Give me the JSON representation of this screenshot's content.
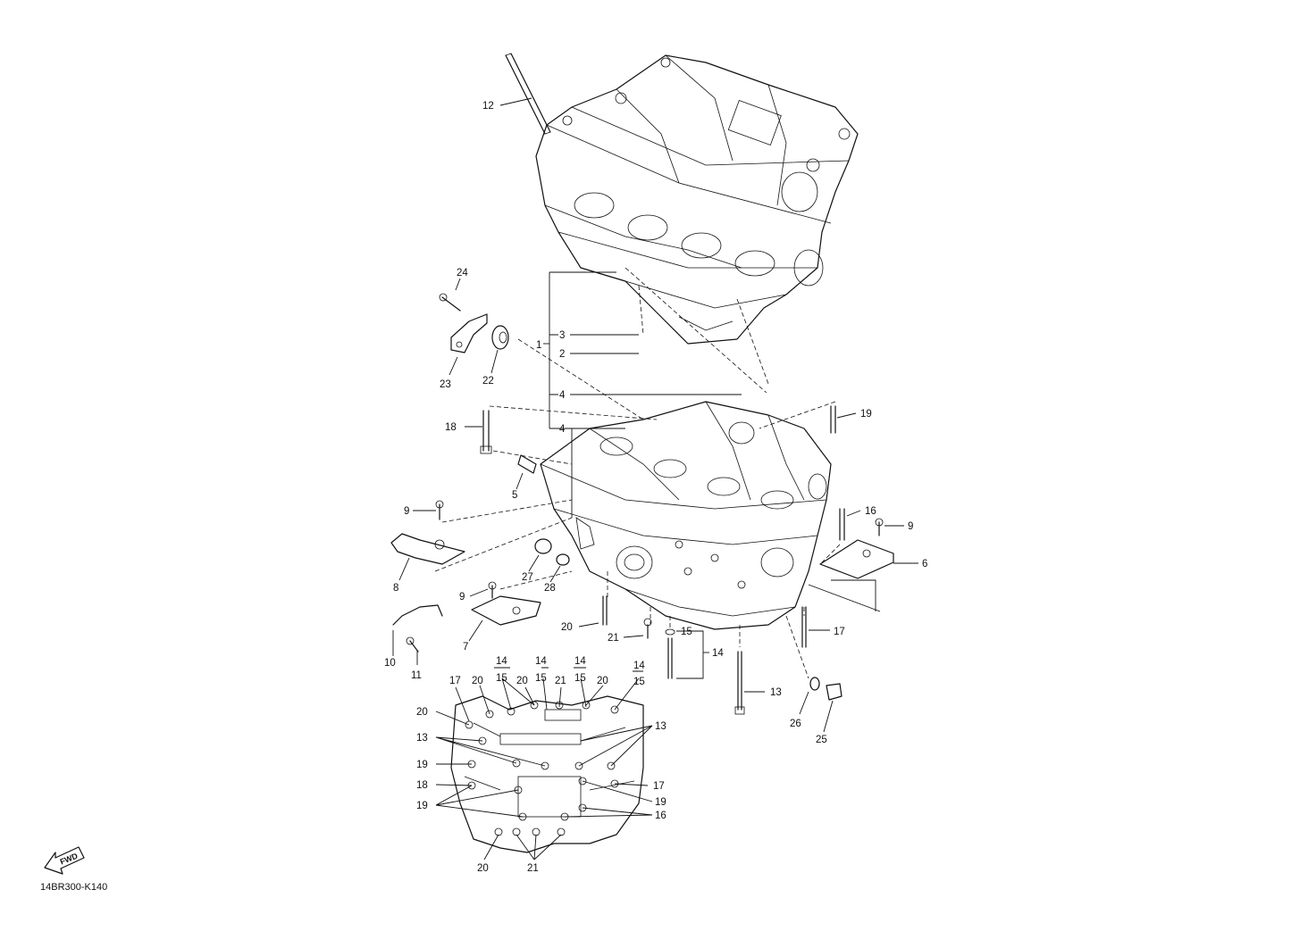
{
  "diagram": {
    "code": "14BR300-K140",
    "fwd_label": "FWD",
    "callouts": {
      "c1": "1",
      "c2": "2",
      "c3": "3",
      "c4a": "4",
      "c4b": "4",
      "c5": "5",
      "c6": "6",
      "c7": "7",
      "c8": "8",
      "c9a": "9",
      "c9b": "9",
      "c9c": "9",
      "c10": "10",
      "c11": "11",
      "c12": "12",
      "c13a": "13",
      "c13b": "13",
      "c13c": "13",
      "c14a": "14",
      "c14b": "14",
      "c14c": "14",
      "c14d": "14",
      "c14e": "14",
      "c15a": "15",
      "c15b": "15",
      "c15c": "15",
      "c15d": "15",
      "c15e": "15",
      "c16a": "16",
      "c16b": "16",
      "c17a": "17",
      "c17b": "17",
      "c17c": "17",
      "c18a": "18",
      "c18b": "18",
      "c19a": "19",
      "c19b": "19",
      "c19c": "19",
      "c19d": "19",
      "c20a": "20",
      "c20b": "20",
      "c20c": "20",
      "c20d": "20",
      "c20e": "20",
      "c20f": "20",
      "c21a": "21",
      "c21b": "21",
      "c21c": "21",
      "c22": "22",
      "c23": "23",
      "c24": "24",
      "c25": "25",
      "c26": "26",
      "c27": "27",
      "c28": "28"
    }
  }
}
